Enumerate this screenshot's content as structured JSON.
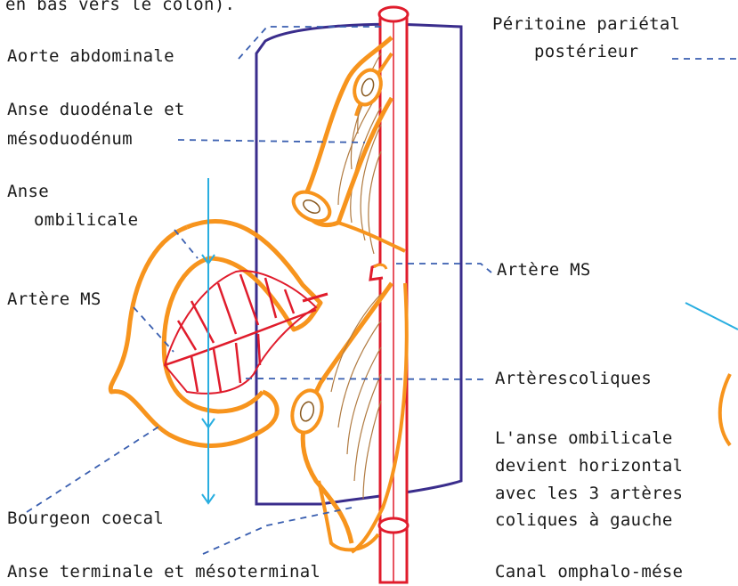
{
  "labels": {
    "top_cut": "en bas vers le colon).",
    "aorte": "Aorte  abdominale",
    "peritoine_1": "Péritoine pariétal",
    "peritoine_2": "postérieur",
    "duodenale_1": "Anse duodénale et",
    "duodenale_2": "mésoduodénum",
    "anse": "Anse",
    "ombilicale": "ombilicale",
    "artere_ms_left": "Artère MS",
    "artere_ms_right": "Artère MS",
    "arteres_coliques": "Artèrescoliques",
    "note_1": "L'anse ombilicale",
    "note_2": "devient horizontal",
    "note_3": "avec les 3 artères",
    "note_4": "coliques à  gauche",
    "bourgeon": "Bourgeon  coecal",
    "terminale": "Anse terminale et mésoterminal",
    "canal": "Canal omphalo-mése"
  },
  "colors": {
    "artery": "#e01c2c",
    "intestine": "#f7941d",
    "peritoneum": "#3a2d8c",
    "arrow": "#29aee0",
    "leader": "#3a5fb0"
  }
}
